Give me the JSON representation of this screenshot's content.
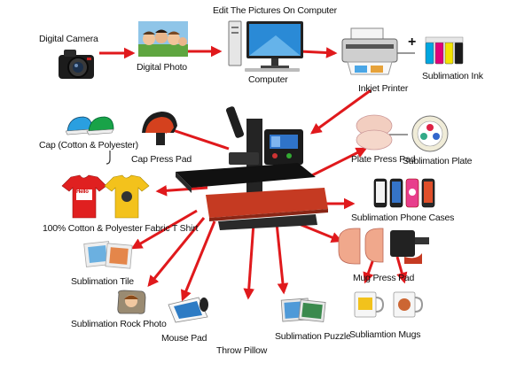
{
  "diagram": {
    "arrow_color": "#e0191c",
    "nodes": {
      "digital_camera": "Digital Camera",
      "digital_photo": "Digital Photo",
      "edit_on_computer": "Edit The Pictures On Computer",
      "computer": "Computer",
      "inkjet_printer": "Inkjet Printer",
      "sublimation_ink": "Sublimation Ink",
      "cap": "Cap (Cotton & Polyester)",
      "cap_press_pad": "Cap Press Pad",
      "plate_press_pad": "Plate Press Pad",
      "sublimation_plate": "Sublimation Plate",
      "tshirt": "100% Cotton & Polyester Fabric T Shirt",
      "phone_cases": "Sublimation Phone Cases",
      "sublimation_tile": "Sublimation Tile",
      "mug_press_pad": "Mug Press Pad",
      "rock_photo": "Sublimation Rock Photo",
      "mouse_pad": "Mouse Pad",
      "throw_pillow": "Throw Pillow",
      "sublimation_puzzle": "Sublimation Puzzle",
      "sublimation_mugs": "Subliamtion Mugs"
    },
    "plus_sign": "+",
    "tshirt_print": "Hello"
  }
}
